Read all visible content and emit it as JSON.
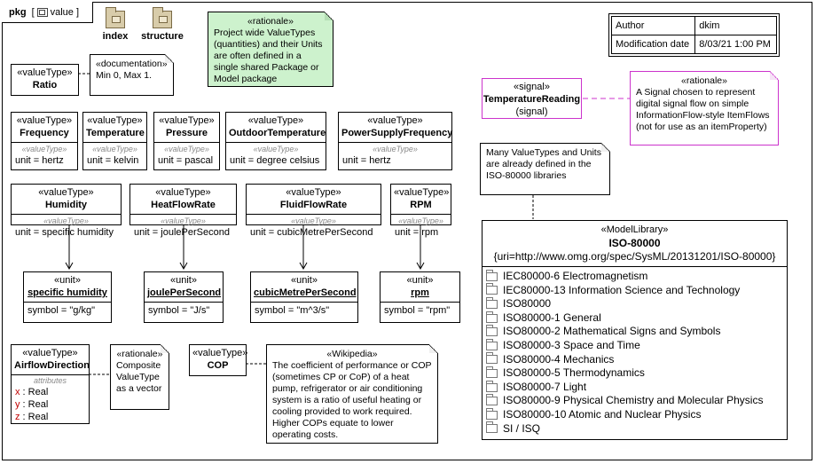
{
  "package": {
    "keyword": "pkg",
    "name": "value"
  },
  "pkg_icons": [
    {
      "name": "index"
    },
    {
      "name": "structure"
    }
  ],
  "rationale_top": {
    "stereotype": "«rationale»",
    "text": "Project wide ValueTypes (quantities) and their Units are often defined in a single shared Package or Model package"
  },
  "meta": {
    "author_label": "Author",
    "author": "dkim",
    "date_label": "Modification date",
    "date": "8/03/21 1:00 PM"
  },
  "ratio": {
    "stereotype": "«valueType»",
    "name": "Ratio"
  },
  "documentation": {
    "stereotype": "«documentation»",
    "text": "Min 0, Max 1."
  },
  "row1": [
    {
      "stereotype": "«valueType»",
      "name": "Frequency",
      "category": "«valueType»",
      "value": "unit = hertz"
    },
    {
      "stereotype": "«valueType»",
      "name": "Temperature",
      "category": "«valueType»",
      "value": "unit = kelvin"
    },
    {
      "stereotype": "«valueType»",
      "name": "Pressure",
      "category": "«valueType»",
      "value": "unit = pascal"
    },
    {
      "stereotype": "«valueType»",
      "name": "OutdoorTemperature",
      "category": "«valueType»",
      "value": "unit = degree celsius"
    },
    {
      "stereotype": "«valueType»",
      "name": "PowerSupplyFrequency",
      "category": "«valueType»",
      "value": "unit = hertz"
    }
  ],
  "row2": [
    {
      "stereotype": "«valueType»",
      "name": "Humidity",
      "category": "«valueType»",
      "value": "unit = specific humidity"
    },
    {
      "stereotype": "«valueType»",
      "name": "HeatFlowRate",
      "category": "«valueType»",
      "value": "unit = joulePerSecond"
    },
    {
      "stereotype": "«valueType»",
      "name": "FluidFlowRate",
      "category": "«valueType»",
      "value": "unit = cubicMetrePerSecond"
    },
    {
      "stereotype": "«valueType»",
      "name": "RPM",
      "category": "«valueType»",
      "value": "unit = rpm"
    }
  ],
  "units": [
    {
      "stereotype": "«unit»",
      "name": "specific humidity",
      "symbol": "symbol = \"g/kg\""
    },
    {
      "stereotype": "«unit»",
      "name": "joulePerSecond",
      "symbol": "symbol = \"J/s\""
    },
    {
      "stereotype": "«unit»",
      "name": "cubicMetrePerSecond",
      "symbol": "symbol = \"m^3/s\""
    },
    {
      "stereotype": "«unit»",
      "name": "rpm",
      "symbol": "symbol = \"rpm\""
    }
  ],
  "airflow": {
    "stereotype": "«valueType»",
    "name": "AirflowDirection",
    "compartment": "attributes",
    "attrs": [
      {
        "n": "x",
        "t": " : Real"
      },
      {
        "n": "y",
        "t": " : Real"
      },
      {
        "n": "z",
        "t": " : Real"
      }
    ]
  },
  "rationale_airflow": {
    "stereotype": "«rationale»",
    "text": "Composite ValueType as a vector"
  },
  "cop": {
    "stereotype": "«valueType»",
    "name": "COP"
  },
  "wikipedia": {
    "stereotype": "«Wikipedia»",
    "text": "The coefficient of performance or COP (sometimes CP or CoP) of a heat pump, refrigerator or air conditioning system is a ratio of useful heating or cooling provided to work required. Higher COPs equate to lower operating costs."
  },
  "signal": {
    "stereotype": "«signal»",
    "name": "TemperatureReading",
    "kind": "(signal)"
  },
  "rationale_signal": {
    "stereotype": "«rationale»",
    "text": "A Signal chosen to represent digital signal flow on simple InformationFlow-style ItemFlows (not for use as an itemProperty)"
  },
  "iso_note": {
    "text": "Many ValueTypes and Units are already defined in the ISO-80000 libraries"
  },
  "library": {
    "stereotype": "«ModelLibrary»",
    "name": "ISO-80000",
    "uri": "{uri=http://www.omg.org/spec/SysML/20131201/ISO-80000}",
    "items": [
      "IEC80000-6 Electromagnetism",
      "IEC80000-13 Information Science and Technology",
      "ISO80000",
      "ISO80000-1 General",
      "ISO80000-2 Mathematical Signs and Symbols",
      "ISO80000-3 Space and Time",
      "ISO80000-4 Mechanics",
      "ISO80000-5 Thermodynamics",
      "ISO80000-7 Light",
      "ISO80000-9 Physical Chemistry and Molecular Physics",
      "ISO80000-10 Atomic and Nuclear Physics",
      "SI / ISQ"
    ]
  }
}
